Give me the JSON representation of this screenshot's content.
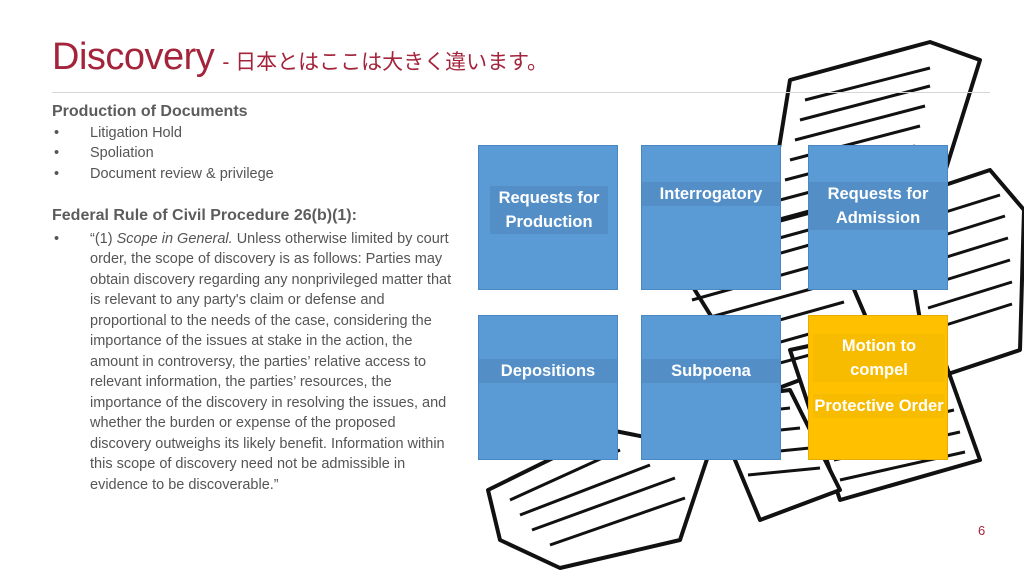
{
  "title": {
    "main": "Discovery",
    "subtitle": "- 日本とはここは大きく違います。"
  },
  "production": {
    "heading": "Production of Documents",
    "items": [
      "Litigation Hold",
      "Spoliation",
      "Document review & privilege"
    ]
  },
  "frcp": {
    "heading": "Federal Rule of Civil Procedure 26(b)(1):",
    "quote_open": "“(1) ",
    "quote_italic": "Scope in General.",
    "quote_rest": " Unless otherwise limited by court order, the scope of discovery is as follows: Parties may obtain discovery regarding any nonprivileged matter that is relevant to any party's claim or defense and proportional to the needs of the case, considering the importance of the issues at stake in the action, the amount in controversy, the parties’ relative access to relevant information, the parties’ resources, the importance of the discovery in resolving the issues, and whether the burden or expense of the proposed discovery outweighs its likely benefit. Information within this scope of discovery need not be admissible in evidence to be discoverable.”"
  },
  "boxes": {
    "requests_production": "Requests for Production",
    "interrogatory": "Interrogatory",
    "requests_admission": "Requests for Admission",
    "depositions": "Depositions",
    "subpoena": "Subpoena",
    "motion_compel": "Motion to compel",
    "protective_order": "Protective Order"
  },
  "colors": {
    "title": "#a3243b",
    "box_blue": "#5b9bd5",
    "box_yellow": "#ffc000"
  },
  "page_number": "6"
}
